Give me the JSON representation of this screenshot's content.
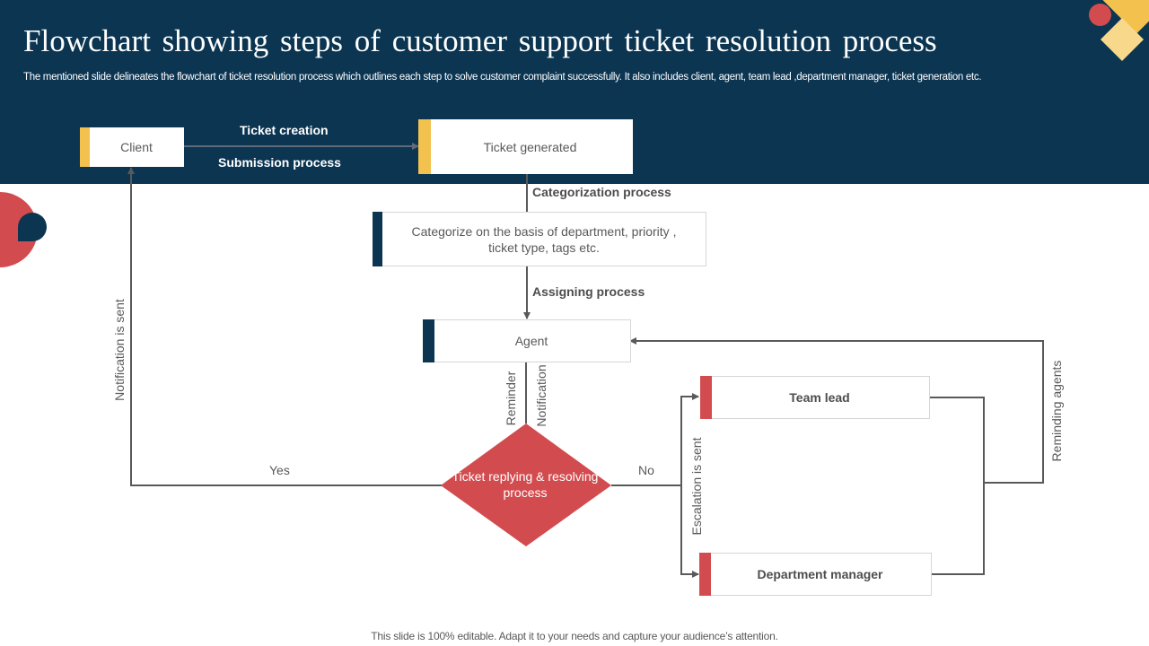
{
  "header": {
    "title": "Flowchart showing steps of customer support ticket resolution process",
    "subtitle": "The mentioned slide delineates the flowchart of ticket resolution process which outlines each step to solve customer complaint successfully. It also includes client, agent, team lead ,department manager, ticket generation etc."
  },
  "colors": {
    "navy": "#0b3551",
    "yellow": "#f2c14e",
    "red": "#d24c4f",
    "line": "#595959"
  },
  "nodes": {
    "client": "Client",
    "ticket_generated": "Ticket generated",
    "categorize": "Categorize on the basis of department, priority , ticket type, tags etc.",
    "agent": "Agent",
    "decision": "Ticket replying & resolving process",
    "team_lead": "Team lead",
    "department_manager": "Department manager"
  },
  "edge_labels": {
    "ticket_creation": "Ticket creation",
    "submission_process": "Submission process",
    "categorization_process": "Categorization process",
    "assigning_process": "Assigning process",
    "reminder": "Reminder",
    "notification": "Notification",
    "yes": "Yes",
    "no": "No",
    "notification_is_sent": "Notification is sent",
    "escalation_is_sent": "Escalation is sent",
    "reminding_agents": "Reminding agents"
  },
  "footer": "This slide is 100% editable. Adapt it to your needs and capture your audience’s attention."
}
